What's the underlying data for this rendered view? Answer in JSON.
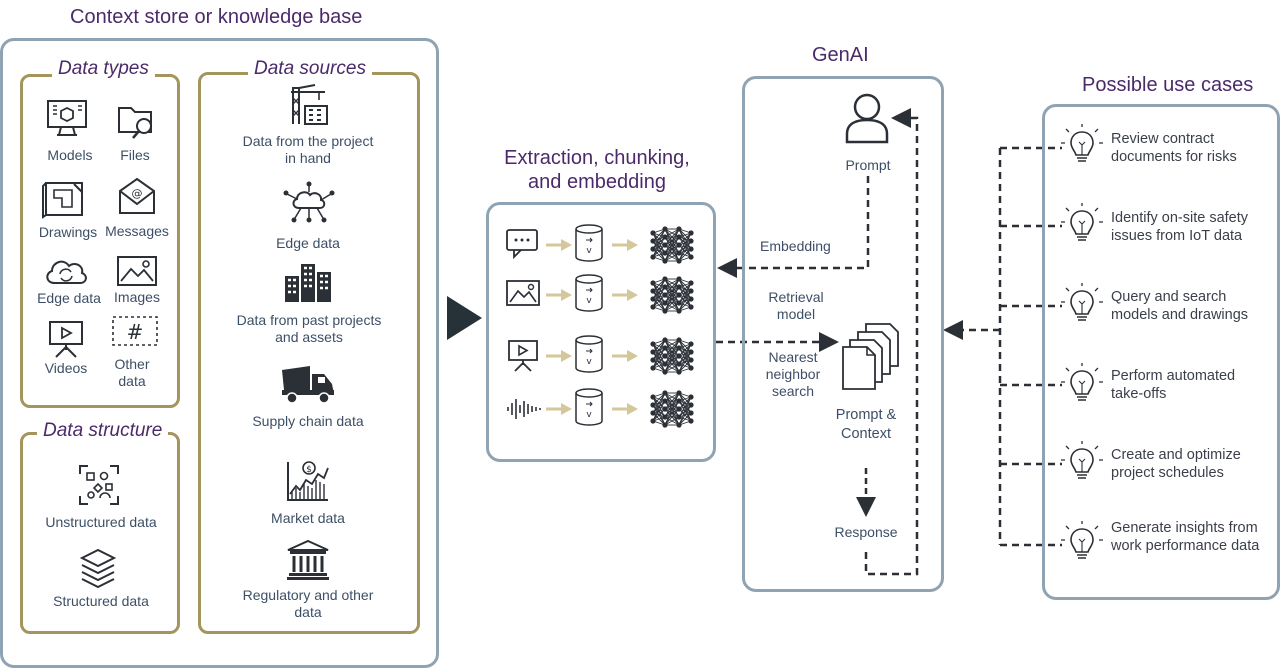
{
  "context": {
    "title": "Context store or knowledge base",
    "data_types": {
      "title": "Data types",
      "items": [
        {
          "label": "Models",
          "icon": "monitor-model-icon"
        },
        {
          "label": "Files",
          "icon": "folder-search-icon"
        },
        {
          "label": "Drawings",
          "icon": "blueprint-icon"
        },
        {
          "label": "Messages",
          "icon": "envelope-icon"
        },
        {
          "label": "Edge data",
          "icon": "cloud-sync-icon"
        },
        {
          "label": "Images",
          "icon": "image-icon"
        },
        {
          "label": "Videos",
          "icon": "video-board-icon"
        },
        {
          "label": "Other data",
          "icon": "hash-icon"
        }
      ]
    },
    "data_structure": {
      "title": "Data structure",
      "items": [
        {
          "label": "Unstructured data",
          "icon": "scatter-shapes-icon"
        },
        {
          "label": "Structured data",
          "icon": "layers-icon"
        }
      ]
    },
    "data_sources": {
      "title": "Data sources",
      "items": [
        {
          "label": "Data from the project in hand",
          "icon": "crane-building-icon"
        },
        {
          "label": "Edge data",
          "icon": "cloud-network-icon"
        },
        {
          "label": "Data from past projects and assets",
          "icon": "city-buildings-icon"
        },
        {
          "label": "Supply chain data",
          "icon": "concrete-truck-icon"
        },
        {
          "label": "Market data",
          "icon": "stock-chart-icon"
        },
        {
          "label": "Regulatory and other data",
          "icon": "government-building-icon"
        }
      ]
    }
  },
  "extraction": {
    "title": "Extraction, chunking, and embedding",
    "rows": [
      {
        "input_icon": "chat-bubble-icon"
      },
      {
        "input_icon": "image-icon"
      },
      {
        "input_icon": "video-board-icon"
      },
      {
        "input_icon": "audio-wave-icon"
      }
    ],
    "vector_icon": "vector-db-icon",
    "network_icon": "neural-network-icon"
  },
  "genai": {
    "title": "GenAI",
    "prompt": "Prompt",
    "embedding": "Embedding",
    "retrieval": "Retrieval model",
    "nearest": "Nearest neighbor search",
    "prompt_context": "Prompt & Context",
    "response": "Response"
  },
  "use_cases": {
    "title": "Possible use cases",
    "items": [
      "Review contract documents for risks",
      "Identify on-site safety issues from IoT data",
      "Query and search models and drawings",
      "Perform automated take-offs",
      "Create and optimize project schedules",
      "Generate insights from work performance data"
    ]
  },
  "colors": {
    "slate": "#8fa3b3",
    "olive": "#a3955b",
    "purple": "#4b2a6a",
    "arrow": "#d4c79a"
  }
}
